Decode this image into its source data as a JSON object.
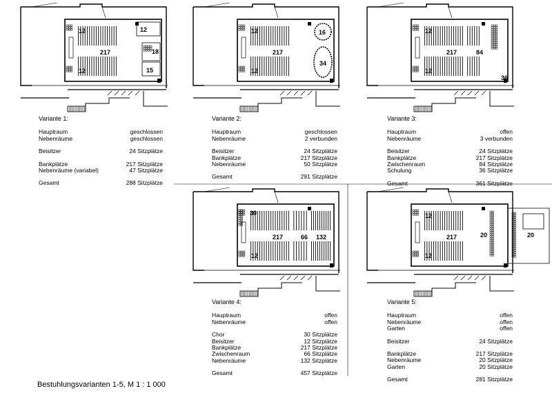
{
  "caption": "Bestuhlungsvarianten 1-5, M 1 : 1 000",
  "variants": [
    {
      "title": "Variante 1:",
      "labels": [
        "12",
        "217",
        "12",
        "12",
        "18",
        "15"
      ],
      "groups": [
        [
          [
            "Hauptraum",
            "geschlossen"
          ],
          [
            "Nebenräume",
            "geschlossen"
          ]
        ],
        [
          [
            "Beisitzer",
            "24 Sitzplätze"
          ]
        ],
        [
          [
            "Bankplätze",
            "217 Sitzplätze"
          ],
          [
            "Nebenräume (variabel)",
            "47 Sitzplätze"
          ]
        ],
        [
          [
            "Gesamt",
            "288 Sitzplätze"
          ]
        ]
      ]
    },
    {
      "title": "Variante 2:",
      "labels": [
        "12",
        "217",
        "12",
        "16",
        "34"
      ],
      "groups": [
        [
          [
            "Hauptraum",
            "geschlossen"
          ],
          [
            "Nebenräume",
            "2 verbunden"
          ]
        ],
        [
          [
            "Beisitzer",
            "24 Sitzplätze"
          ],
          [
            "Bankplätze",
            "217 Sitzplätze"
          ],
          [
            "Nebenräume",
            "50 Sitzplätze"
          ]
        ],
        [
          [
            "Gesamt",
            "291 Sitzplätze"
          ]
        ]
      ]
    },
    {
      "title": "Variante 3:",
      "labels": [
        "12",
        "217",
        "12",
        "84",
        "36"
      ],
      "groups": [
        [
          [
            "Hauptraum",
            "offen"
          ],
          [
            "Nebenräume",
            "3 verbunden"
          ]
        ],
        [
          [
            "Beisitzer",
            "24 Sitzplätze"
          ],
          [
            "Bankplätze",
            "217 Sitzplätze"
          ],
          [
            "Zwischenraum",
            "84 Sitzplätze"
          ],
          [
            "Schulung",
            "36 Sitzplätze"
          ]
        ],
        [
          [
            "Gesamt",
            "361 Sitzplätze"
          ]
        ]
      ]
    },
    {
      "title": "Variante 4:",
      "labels": [
        "30",
        "217",
        "12",
        "66",
        "132"
      ],
      "groups": [
        [
          [
            "Hauptraum",
            "offen"
          ],
          [
            "Nebenräume",
            "offen"
          ]
        ],
        [
          [
            "Chor",
            "30 Sitzplätze"
          ],
          [
            "Beisitzer",
            "12 Sitzplätze"
          ],
          [
            "Bankplätze",
            "217 Sitzplätze"
          ],
          [
            "Zwischenraum",
            "66 Sitzplätze"
          ],
          [
            "Nebenräume",
            "132 Sitzplätze"
          ]
        ],
        [
          [
            "Gesamt",
            "457 Sitzplätze"
          ]
        ]
      ]
    },
    {
      "title": "Variante 5:",
      "labels": [
        "12",
        "217",
        "12",
        "20",
        "20"
      ],
      "groups": [
        [
          [
            "Hauptraum",
            "offen"
          ],
          [
            "Nebenräume",
            "offen"
          ],
          [
            "Garten",
            "offen"
          ]
        ],
        [
          [
            "Beisitzer",
            "24 Sitzplätze"
          ]
        ],
        [
          [
            "Bankplätze",
            "217 Sitzplätze"
          ],
          [
            "Nebenräume",
            "20 Sitzplätze"
          ],
          [
            "Garten",
            "20 Sitzplätze"
          ]
        ],
        [
          [
            "Gesamt",
            "281 Sitzplätze"
          ]
        ]
      ]
    }
  ]
}
